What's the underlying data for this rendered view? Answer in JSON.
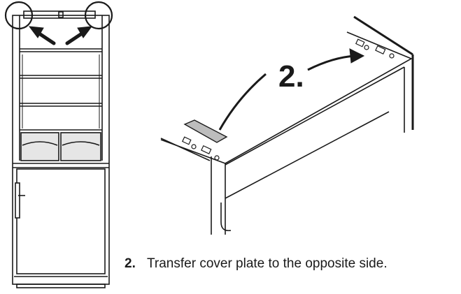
{
  "diagram": {
    "step_label": "2.",
    "instruction": {
      "number": "2.",
      "text": "Transfer cover plate to the opposite side."
    }
  },
  "colors": {
    "line": "#1a1a1a",
    "drawer_fill": "#e6e6e6",
    "cover_plate_fill": "#bdbdbd"
  }
}
